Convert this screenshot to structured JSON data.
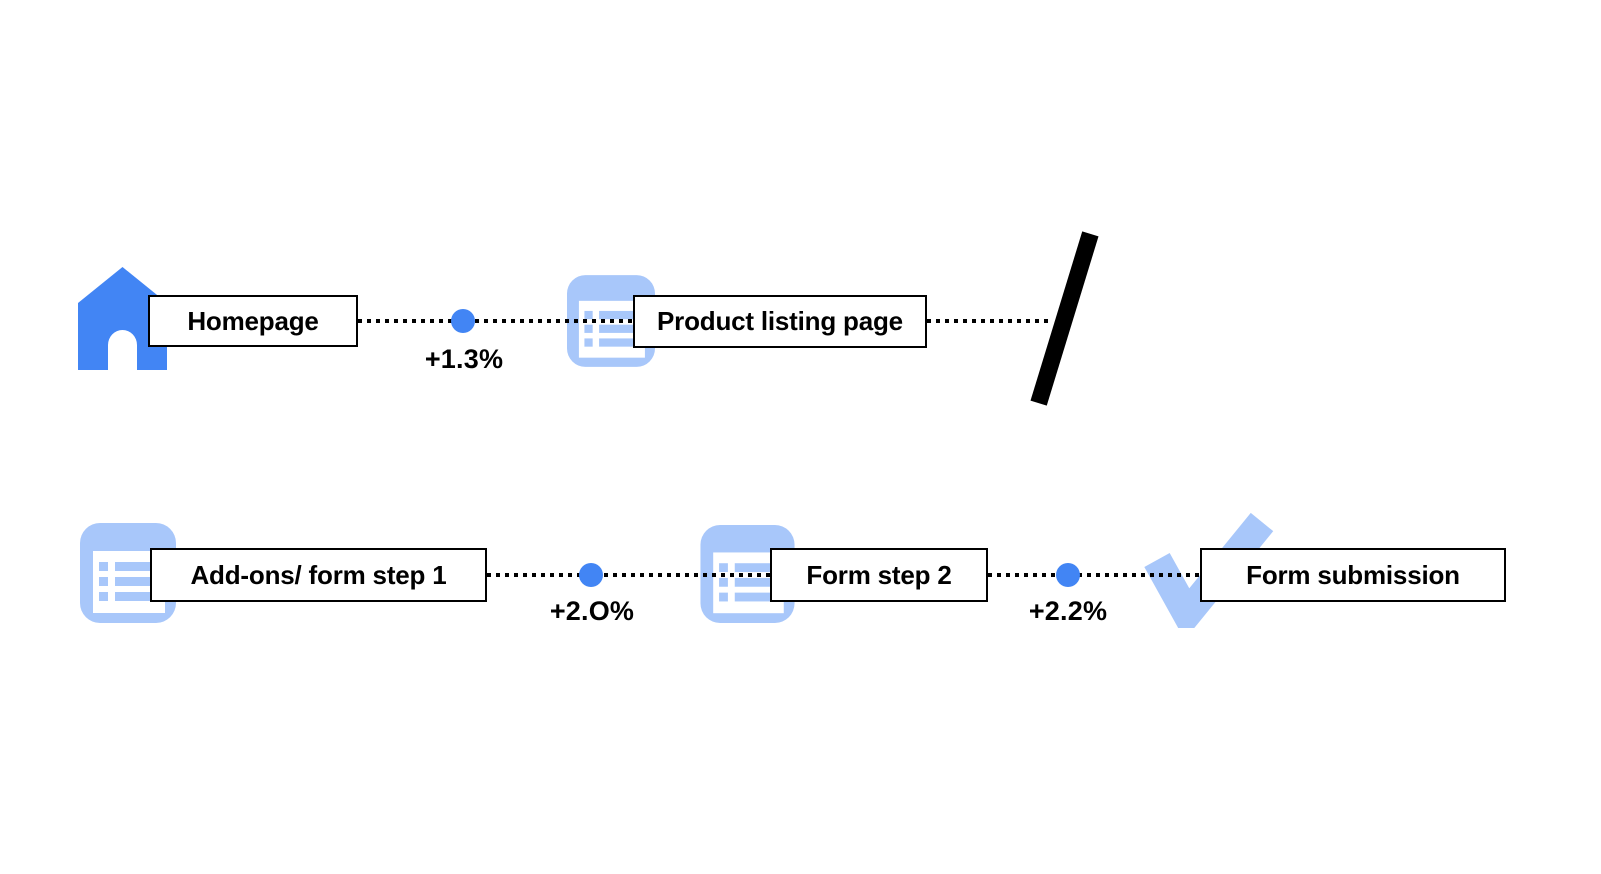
{
  "diagram": {
    "type": "user-flow-funnel",
    "background": "#ffffff",
    "palette": {
      "primary_blue": "#4285F4",
      "light_blue": "#A8C7FA",
      "line_and_text": "#000000",
      "box_fill": "#ffffff"
    },
    "steps": {
      "homepage": {
        "label": "Homepage",
        "icon": "home-icon"
      },
      "product_listing": {
        "label": "Product listing page",
        "icon": "list-icon"
      },
      "addons": {
        "label": "Add-ons/ form step 1",
        "icon": "list-icon"
      },
      "form_step_2": {
        "label": "Form step 2",
        "icon": "list-icon"
      },
      "form_submission": {
        "label": "Form submission",
        "icon": "check-icon"
      }
    },
    "transitions": {
      "t1": {
        "from": "Homepage",
        "to": "Product listing page",
        "uplift": "+1.3%"
      },
      "t2": {
        "from": "Add-ons/ form step 1",
        "to": "Form step 2",
        "uplift": "+2.O%"
      },
      "t3": {
        "from": "Form step 2",
        "to": "Form submission",
        "uplift": "+2.2%"
      }
    },
    "row_break": {
      "meaning": "flow continues on next row",
      "glyph": "slash"
    }
  }
}
